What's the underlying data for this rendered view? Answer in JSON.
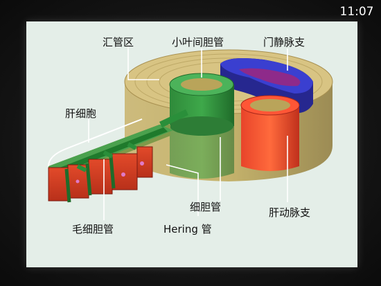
{
  "status": {
    "clock": "11:07"
  },
  "diagram": {
    "labels": {
      "portal_area": "汇管区",
      "interlobular_bile_duct": "小叶间胆管",
      "portal_vein_branch": "门静脉支",
      "hepatocyte": "肝细胞",
      "bile_ductule": "细胆管",
      "hepatic_artery_branch": "肝动脉支",
      "bile_canaliculus": "毛细胆管",
      "hering_canal": "Hering 管"
    }
  }
}
